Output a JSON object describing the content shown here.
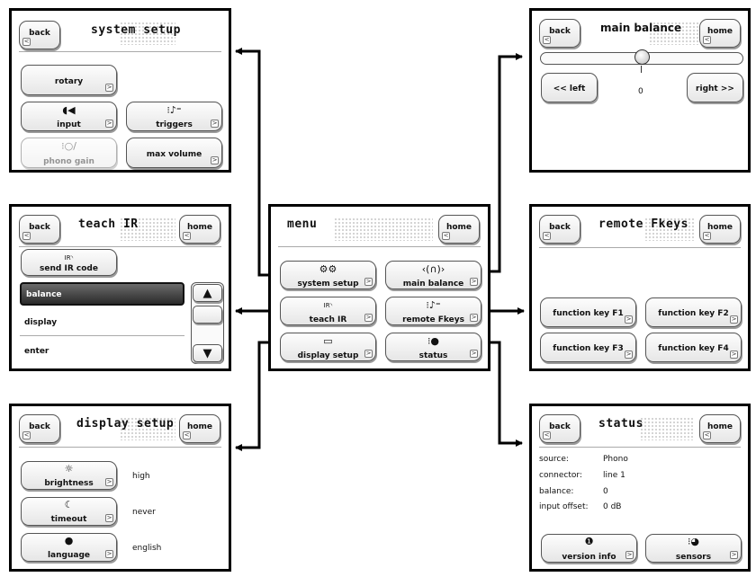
{
  "common": {
    "back": "back",
    "home": "home",
    "corner_right": ">",
    "corner_left": "<"
  },
  "system_setup": {
    "title": "system setup",
    "buttons": [
      {
        "label": "rotary",
        "icon": ""
      },
      {
        "label": "input",
        "icon": "input-icon"
      },
      {
        "label": "triggers",
        "icon": "triggers-icon"
      },
      {
        "label": "phono gain",
        "icon": "phono-gain-icon",
        "disabled": true
      },
      {
        "label": "max volume",
        "icon": ""
      }
    ]
  },
  "teach_ir": {
    "title": "teach IR",
    "send_label": "send IR code",
    "ir_icon_text": "IR",
    "items": [
      "balance",
      "display",
      "enter"
    ],
    "scroll_up": "▲",
    "scroll_down": "▼"
  },
  "display_setup": {
    "title": "display setup",
    "rows": [
      {
        "label": "brightness",
        "value": "high",
        "icon": "sun-icon"
      },
      {
        "label": "timeout",
        "value": "never",
        "icon": "moon-icon"
      },
      {
        "label": "language",
        "value": "english",
        "icon": "speech-bubble-icon"
      }
    ]
  },
  "menu": {
    "title": "menu",
    "buttons": [
      {
        "label": "system setup",
        "icon": "gears-icon"
      },
      {
        "label": "main balance",
        "icon": "balance-icon"
      },
      {
        "label": "teach IR",
        "icon": "ir-icon"
      },
      {
        "label": "remote Fkeys",
        "icon": "remote-icon"
      },
      {
        "label": "display setup",
        "icon": "display-icon"
      },
      {
        "label": "status",
        "icon": "status-icon"
      }
    ]
  },
  "main_balance": {
    "title": "main balance",
    "left": "<< left",
    "right": "right >>",
    "value": "0",
    "slider_fraction": 0.5
  },
  "remote_fkeys": {
    "title": "remote Fkeys",
    "keys": [
      "function key F1",
      "function key F2",
      "function key F3",
      "function key F4"
    ]
  },
  "status": {
    "title": "status",
    "rows": [
      {
        "label": "source:",
        "value": "Phono"
      },
      {
        "label": "connector:",
        "value": "line 1"
      },
      {
        "label": "balance:",
        "value": "0"
      },
      {
        "label": "input offset:",
        "value": "0 dB"
      }
    ],
    "buttons": [
      {
        "label": "version info",
        "icon": "info-icon"
      },
      {
        "label": "sensors",
        "icon": "sensors-icon"
      }
    ]
  }
}
